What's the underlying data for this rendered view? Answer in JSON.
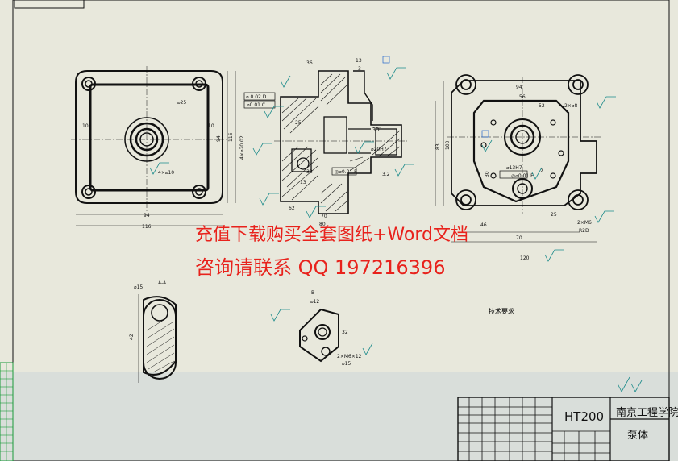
{
  "watermark": {
    "line1": "充值下载购买全套图纸+Word文档",
    "line2": "咨询请联系  QQ 197216396"
  },
  "title_block": {
    "material": "HT200",
    "school": "南京工程学院",
    "part_name": "泵体"
  },
  "tech_requirements": {
    "title": "技术要求"
  },
  "colors": {
    "paper": "#e8e8dc",
    "line": "#111111",
    "watermark": "#e8221c",
    "dimension": "#1a8a8a",
    "highlight": "#2266cc"
  }
}
